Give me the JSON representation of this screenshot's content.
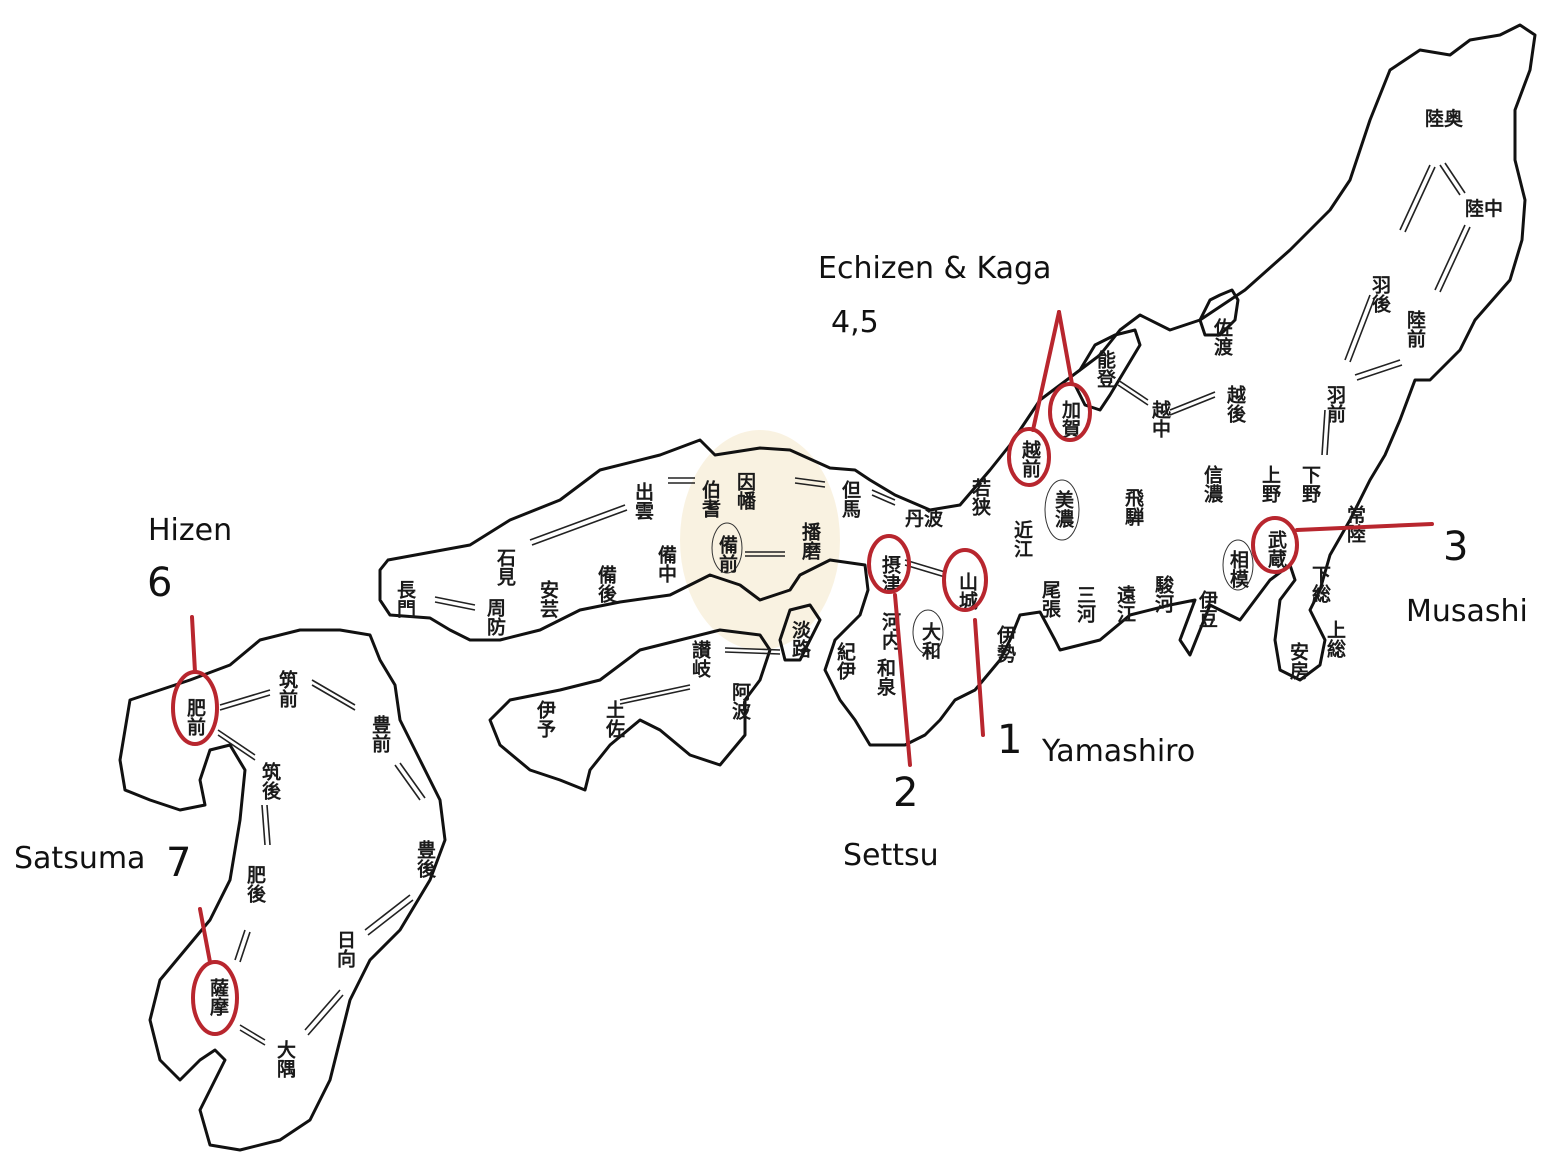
{
  "annotations": [
    {
      "id": "yamashiro",
      "number": "1",
      "name": "Yamashiro"
    },
    {
      "id": "settsu",
      "number": "2",
      "name": "Settsu"
    },
    {
      "id": "musashi",
      "number": "3",
      "name": "Musashi"
    },
    {
      "id": "echizen-kaga",
      "number": "4,5",
      "name": "Echizen & Kaga"
    },
    {
      "id": "hizen",
      "number": "6",
      "name": "Hizen"
    },
    {
      "id": "satsuma",
      "number": "7",
      "name": "Satsuma"
    }
  ],
  "highlight_color": "#b8262e",
  "provinces": {
    "mutsu": "陸奥",
    "rikuchu": "陸中",
    "uzen": "羽後",
    "rikuzen": "陸前",
    "ugo_front": "羽前",
    "sado": "佐渡",
    "echigo": "越後",
    "etchu": "越中",
    "noto": "能登",
    "kaga": "加賀",
    "echizen": "越前",
    "wakasa": "若狭",
    "omi": "近江",
    "mino": "美濃",
    "hida": "飛騨",
    "shinano": "信濃",
    "kozuke": "上野",
    "shimotsuke": "下野",
    "hitachi": "常陸",
    "musashi": "武蔵",
    "shimosa": "下総",
    "kazusa": "上総",
    "awa_east": "安房",
    "sagami": "相模",
    "izu": "伊豆",
    "suruga": "駿河",
    "totomi": "遠江",
    "mikawa": "三河",
    "owari": "尾張",
    "ise": "伊勢",
    "yamashiro": "山城",
    "yamato": "大和",
    "settsu": "摂津",
    "kawachi": "河内",
    "izumi": "和泉",
    "kii": "紀伊",
    "tanba": "丹波",
    "tajima": "但馬",
    "inaba": "因幡",
    "hoki": "伯耆",
    "izumo": "出雲",
    "iwami": "石見",
    "nagato": "長門",
    "suo": "周防",
    "aki": "安芸",
    "bingo": "備後",
    "bitchu": "備中",
    "bizen": "備前",
    "harima": "播磨",
    "awaji": "淡路",
    "sanuki": "讃岐",
    "awa": "阿波",
    "tosa": "土佐",
    "iyo": "伊予",
    "chikuzen": "筑前",
    "buzen": "豊前",
    "bungo": "豊後",
    "hizen": "肥前",
    "chikugo": "筑後",
    "higo": "肥後",
    "hyuga": "日向",
    "satsuma": "薩摩",
    "osumi": "大隅"
  }
}
